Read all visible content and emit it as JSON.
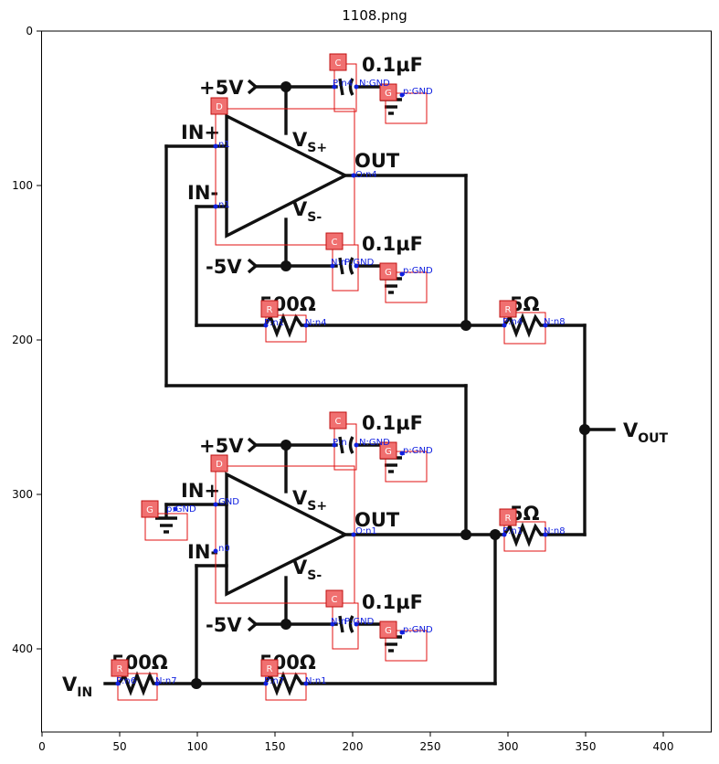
{
  "figure": {
    "title": "1108.png",
    "x_ticks": [
      "0",
      "50",
      "100",
      "150",
      "200",
      "250",
      "300",
      "350",
      "400"
    ],
    "y_ticks": [
      "0",
      "100",
      "200",
      "300",
      "400"
    ]
  },
  "circuit": {
    "labels": {
      "plus5v_top": "+5V",
      "minus5v_top": "-5V",
      "plus5v_bot": "+5V",
      "minus5v_bot": "-5V",
      "in_plus_top": "IN+",
      "in_minus_top": "IN-",
      "in_plus_bot": "IN+",
      "in_minus_bot": "IN-",
      "vs_plus_top": "V",
      "vs_plus_top_sub": "S+",
      "vs_minus_top": "V",
      "vs_minus_top_sub": "S-",
      "vs_plus_bot": "V",
      "vs_plus_bot_sub": "S+",
      "vs_minus_bot": "V",
      "vs_minus_bot_sub": "S-",
      "out_top": "OUT",
      "out_bot": "OUT",
      "cap1": "0.1µF",
      "cap2": "0.1µF",
      "cap3": "0.1µF",
      "cap4": "0.1µF",
      "res_500_top": "500Ω",
      "res_5_top": "5Ω",
      "res_5_bot": "5Ω",
      "res_500_in": "500Ω",
      "res_500_fb": "500Ω",
      "vout": "V",
      "vout_sub": "OUT",
      "vin": "V",
      "vin_sub": "IN"
    }
  },
  "annotations": {
    "tags": {
      "C": "C",
      "D": "D",
      "G": "G",
      "R": "R"
    },
    "pins": {
      "c1_p": "P:n4",
      "c1_n": "N:GND",
      "g1": "p:GND",
      "d1_plus": "n1",
      "d1_minus": "n1",
      "d1_out": "O:n4",
      "c2_n": "N:n",
      "c2_p": "P:GND",
      "g2": "p:GND",
      "r1_p": "P:n1",
      "r1_n": "N:n4",
      "r2_p": "P:n4",
      "r2_n": "N:n8",
      "c3_p": "P:n",
      "c3_n": "N:GND",
      "g3": "p:GND",
      "g4": "p:GND",
      "d2_plus": "GND",
      "d2_minus": "n0",
      "d2_out": "O:n1",
      "r3_p": "P:n1",
      "r3_n": "N:n8",
      "c4_n": "N:n",
      "c4_p": "P:GND",
      "g5": "p:GND",
      "r4_p": "P:n6",
      "r4_n": "N:n7",
      "r5_p": "P:n7",
      "r5_n": "N:n1"
    }
  }
}
